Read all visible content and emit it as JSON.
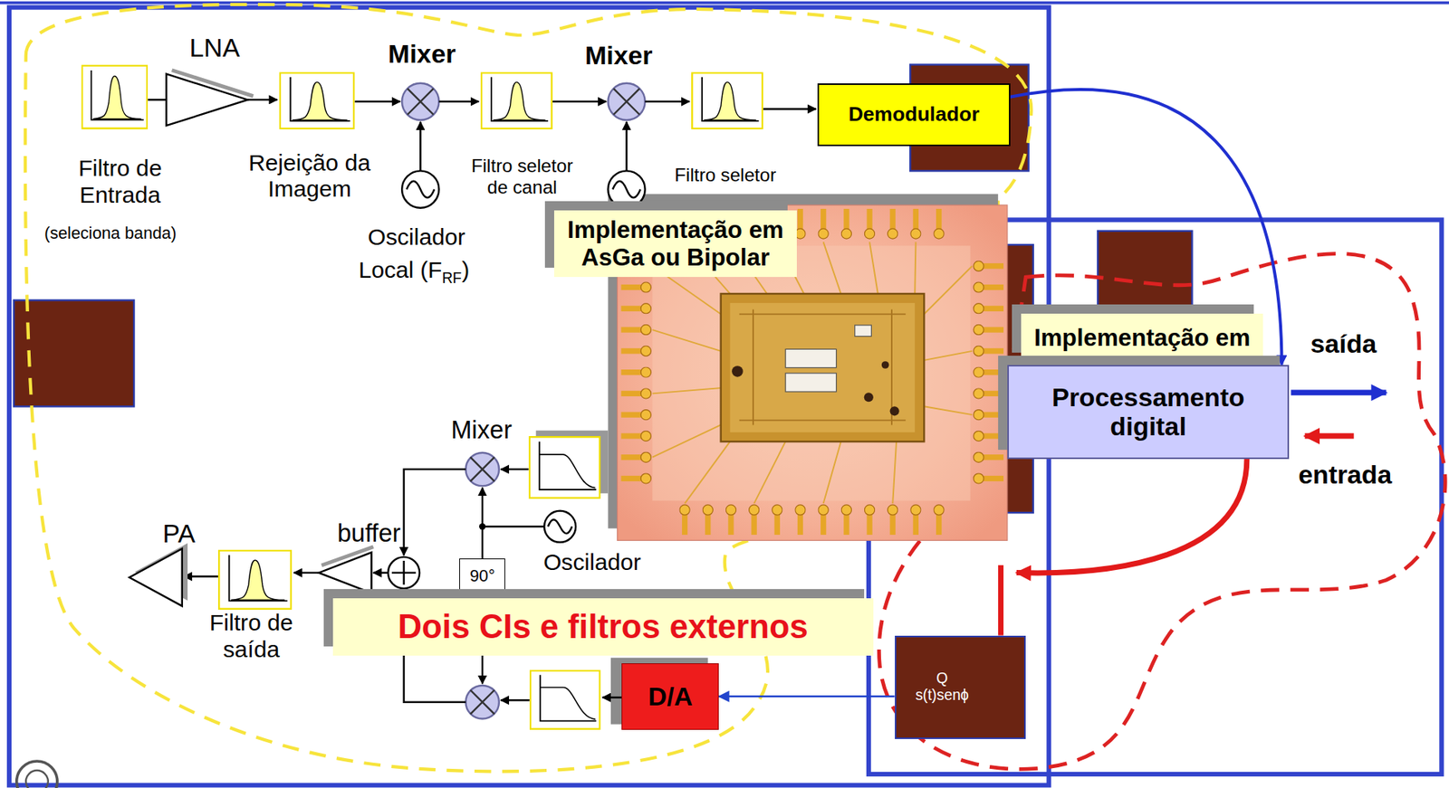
{
  "diagram": {
    "nodes": [
      {
        "text": [
          "Demodulador"
        ]
      },
      {
        "text": [
          "Implementação em AsGa ou Bipolar"
        ]
      },
      {
        "text": [
          "Implementação em"
        ]
      },
      {
        "text": [
          "Processamento digital"
        ]
      },
      {
        "text": [
          "90°"
        ]
      },
      {
        "text": [
          "Dois CIs e filtros externos"
        ]
      },
      {
        "text": [
          "D/A"
        ]
      },
      {
        "text": [
          "Q",
          "s(t)senϕ"
        ]
      }
    ],
    "edges": [
      {
        "from": 0,
        "to": 3,
        "arrow": "to"
      },
      {
        "from": 3,
        "to": 7,
        "arrow": "to"
      },
      {
        "from": 7,
        "to": 6,
        "arrow": "to"
      }
    ],
    "labels": [
      "LNA",
      "Mixer",
      "Mixer",
      "Filtro de Entrada",
      "(seleciona banda)",
      "Rejeição da Imagem",
      "Filtro seletor de canal",
      "Filtro seletor",
      "Oscilador",
      "Local (F",
      "RF",
      ")",
      "PA",
      "buffer",
      "Filtro de saída",
      "Mixer",
      "Oscilador",
      "saída",
      "entrada"
    ]
  }
}
